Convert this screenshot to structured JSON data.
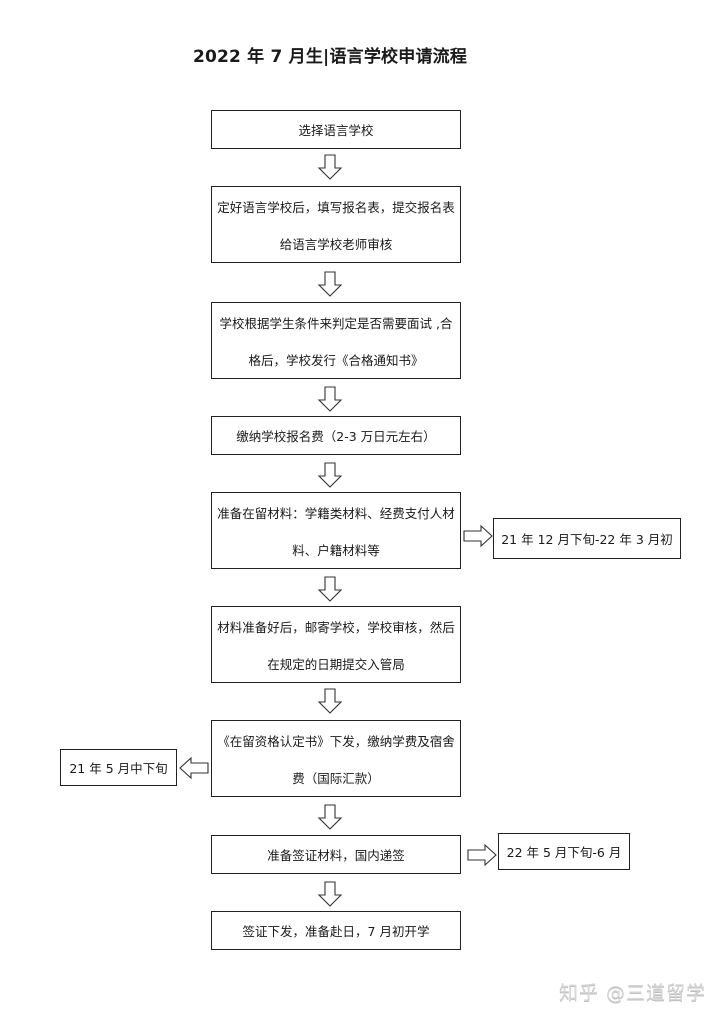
{
  "title": "2022 年 7 月生|语言学校申请流程",
  "steps": [
    {
      "lines": [
        "选择语言学校"
      ]
    },
    {
      "lines": [
        "定好语言学校后，填写报名表，提交报名表",
        "给语言学校老师审核"
      ]
    },
    {
      "lines": [
        "学校根据学生条件来判定是否需要面试 ,合",
        "格后，学校发行《合格通知书》"
      ]
    },
    {
      "lines": [
        "缴纳学校报名费（2-3 万日元左右）"
      ]
    },
    {
      "lines": [
        "准备在留材料：学籍类材料、经费支付人材",
        "料、户籍材料等"
      ]
    },
    {
      "lines": [
        "材料准备好后，邮寄学校，学校审核，然后",
        "在规定的日期提交入管局"
      ]
    },
    {
      "lines": [
        "《在留资格认定书》下发，缴纳学费及宿舍",
        "费（国际汇款）"
      ]
    },
    {
      "lines": [
        "准备签证材料，国内递签"
      ]
    },
    {
      "lines": [
        "签证下发，准备赴日，7 月初开学"
      ]
    }
  ],
  "side_notes": [
    {
      "step_index": 4,
      "side": "right",
      "text": "21 年 12 月下旬-22 年 3 月初"
    },
    {
      "step_index": 6,
      "side": "left",
      "text": "21 年 5 月中下旬"
    },
    {
      "step_index": 7,
      "side": "right",
      "text": "22 年 5 月下旬-6 月"
    }
  ],
  "watermark": "知乎 @三道留学"
}
